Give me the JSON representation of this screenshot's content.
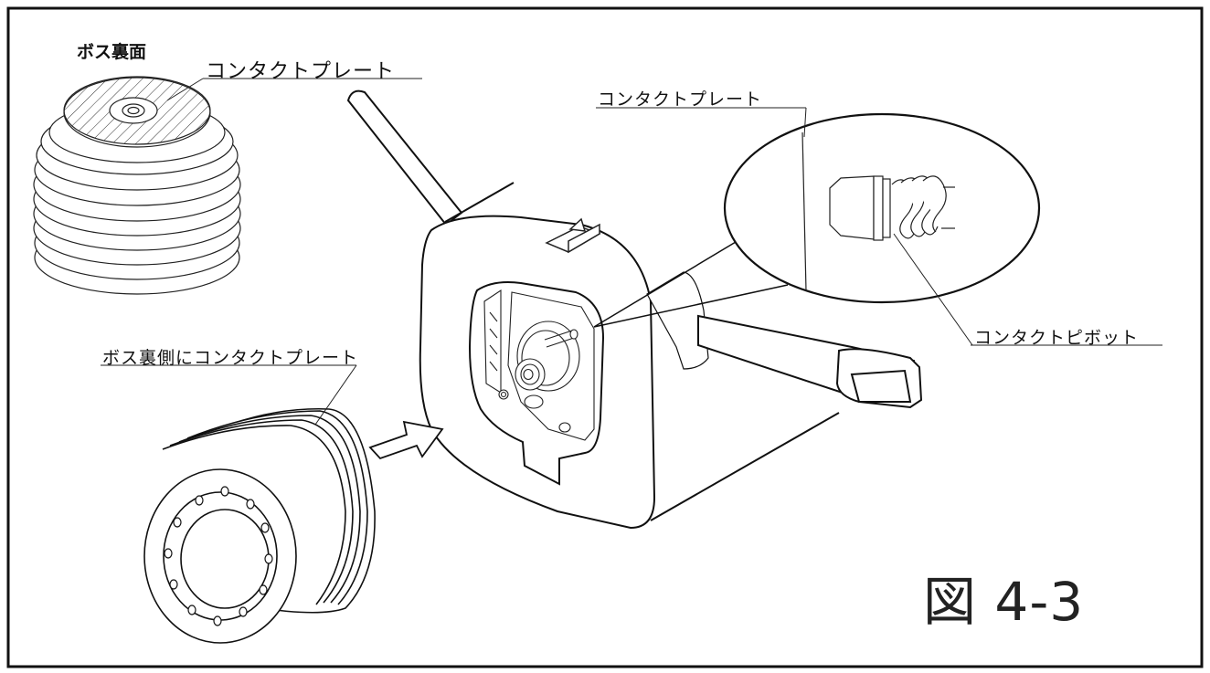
{
  "labels": {
    "boss_back": "ボス裏面",
    "contact_plate_top": "コンタクトプレート",
    "contact_plate_bubble": "コンタクトプレート",
    "boss_back_contact_plate": "ボス裏側にコンタクトプレート",
    "contact_pivot": "コンタクトピボット"
  },
  "figure_number": "図 4-3",
  "colors": {
    "line": "#111111",
    "background": "#ffffff"
  }
}
